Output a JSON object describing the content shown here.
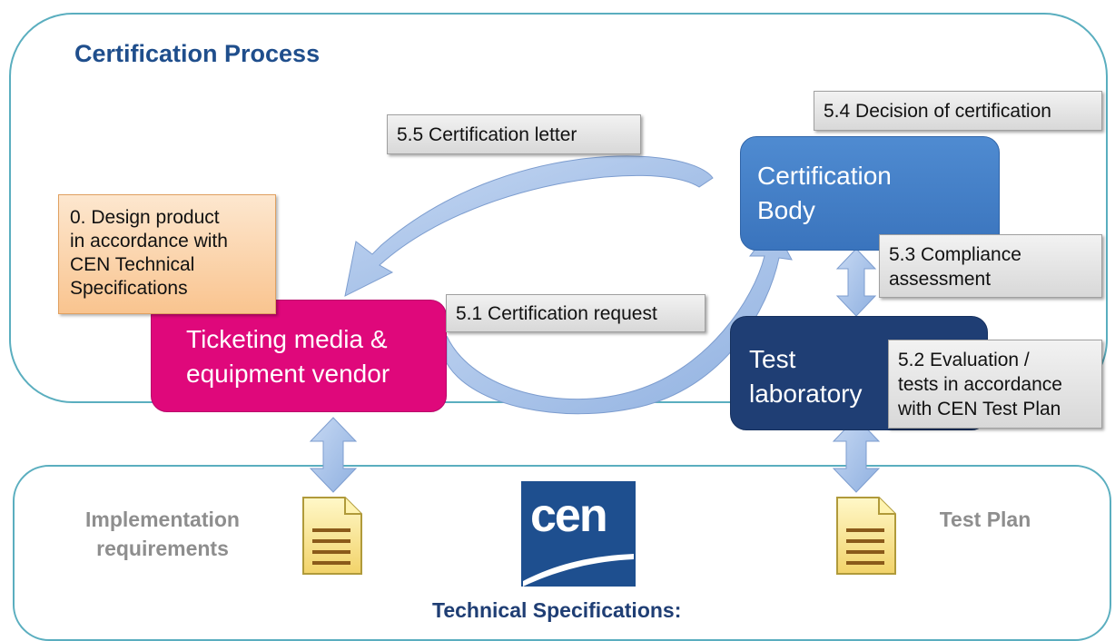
{
  "title": "Certification Process",
  "boxes": {
    "certification_body": {
      "line1": "Certification",
      "line2": "Body"
    },
    "vendor": {
      "line1": "Ticketing media &",
      "line2": "equipment vendor"
    },
    "test_laboratory": {
      "line1": "Test",
      "line2": "laboratory"
    }
  },
  "callouts": {
    "design": [
      "0. Design product",
      "in accordance with",
      "CEN Technical",
      "Specifications"
    ],
    "request": "5.1 Certification request",
    "evaluation": [
      "5.2 Evaluation /",
      "tests in accordance",
      "with CEN Test Plan"
    ],
    "compliance": [
      "5.3 Compliance",
      "assessment"
    ],
    "decision": "5.4 Decision of certification",
    "letter": "5.5 Certification letter"
  },
  "bottom": {
    "implementation": [
      "Implementation",
      "requirements"
    ],
    "test_plan": "Test Plan",
    "logo_text": "cen",
    "technical_specifications": "Technical Specifications:"
  },
  "colors": {
    "panel_border": "#5aaebf",
    "vendor": "#df087b",
    "certification_body": "#3a74bd",
    "test_laboratory": "#1f3e74",
    "arrow": "#9fbde8"
  }
}
